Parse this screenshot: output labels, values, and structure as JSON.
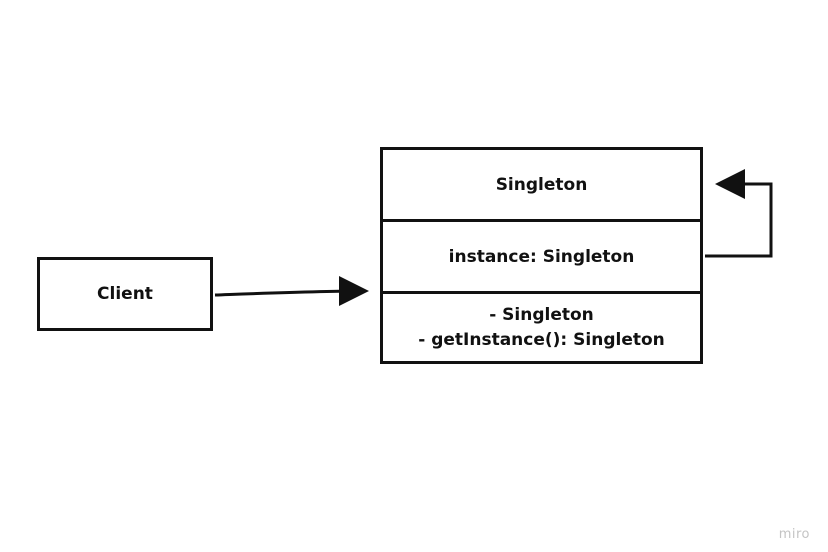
{
  "client": {
    "label": "Client"
  },
  "singleton": {
    "name": "Singleton",
    "attributes": [
      "instance: Singleton"
    ],
    "methods": [
      "- Singleton",
      "- getInstance(): Singleton"
    ]
  },
  "watermark": "miro",
  "colors": {
    "stroke": "#111111",
    "background": "#ffffff",
    "watermark": "#c4c4c4"
  }
}
